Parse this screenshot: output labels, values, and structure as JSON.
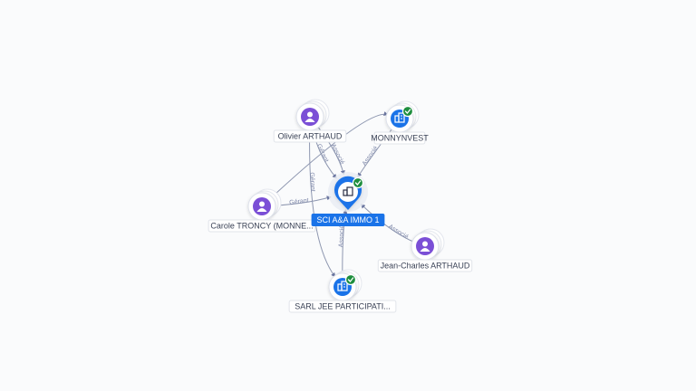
{
  "center": {
    "label": "SCI A&A IMMO 1",
    "kind": "company",
    "verified": true,
    "icon": "building-icon"
  },
  "nodes": [
    {
      "id": "olivier",
      "label": "Olivier ARTHAUD",
      "kind": "person",
      "verified": false,
      "icon": "person-icon"
    },
    {
      "id": "monnynvest",
      "label": "MONNYNVEST",
      "kind": "company",
      "verified": true,
      "icon": "building-icon"
    },
    {
      "id": "carole",
      "label": "Carole TRONCY (MONNE...",
      "kind": "person",
      "verified": false,
      "icon": "person-icon"
    },
    {
      "id": "jeancharles",
      "label": "Jean-Charles ARTHAUD",
      "kind": "person",
      "verified": false,
      "icon": "person-icon"
    },
    {
      "id": "sarljee",
      "label": "SARL JEE PARTICIPATI...",
      "kind": "company",
      "verified": true,
      "icon": "building-icon"
    }
  ],
  "edges": [
    {
      "from": "olivier",
      "to": "center",
      "label": "Gérant"
    },
    {
      "from": "olivier",
      "to": "center",
      "label": "Associé"
    },
    {
      "from": "olivier",
      "to": "sarljee",
      "label": "Gérant"
    },
    {
      "from": "monnynvest",
      "to": "center",
      "label": "Associé"
    },
    {
      "from": "carole",
      "to": "center",
      "label": "Gérant"
    },
    {
      "from": "carole",
      "to": "monnynvest",
      "label": ""
    },
    {
      "from": "jeancharles",
      "to": "center",
      "label": "Associé"
    },
    {
      "from": "sarljee",
      "to": "center",
      "label": "Associé"
    }
  ],
  "colors": {
    "person": "#7b4fd6",
    "company": "#1a73e8",
    "verified": "#1e8e3e",
    "edge": "#8e97b0"
  }
}
